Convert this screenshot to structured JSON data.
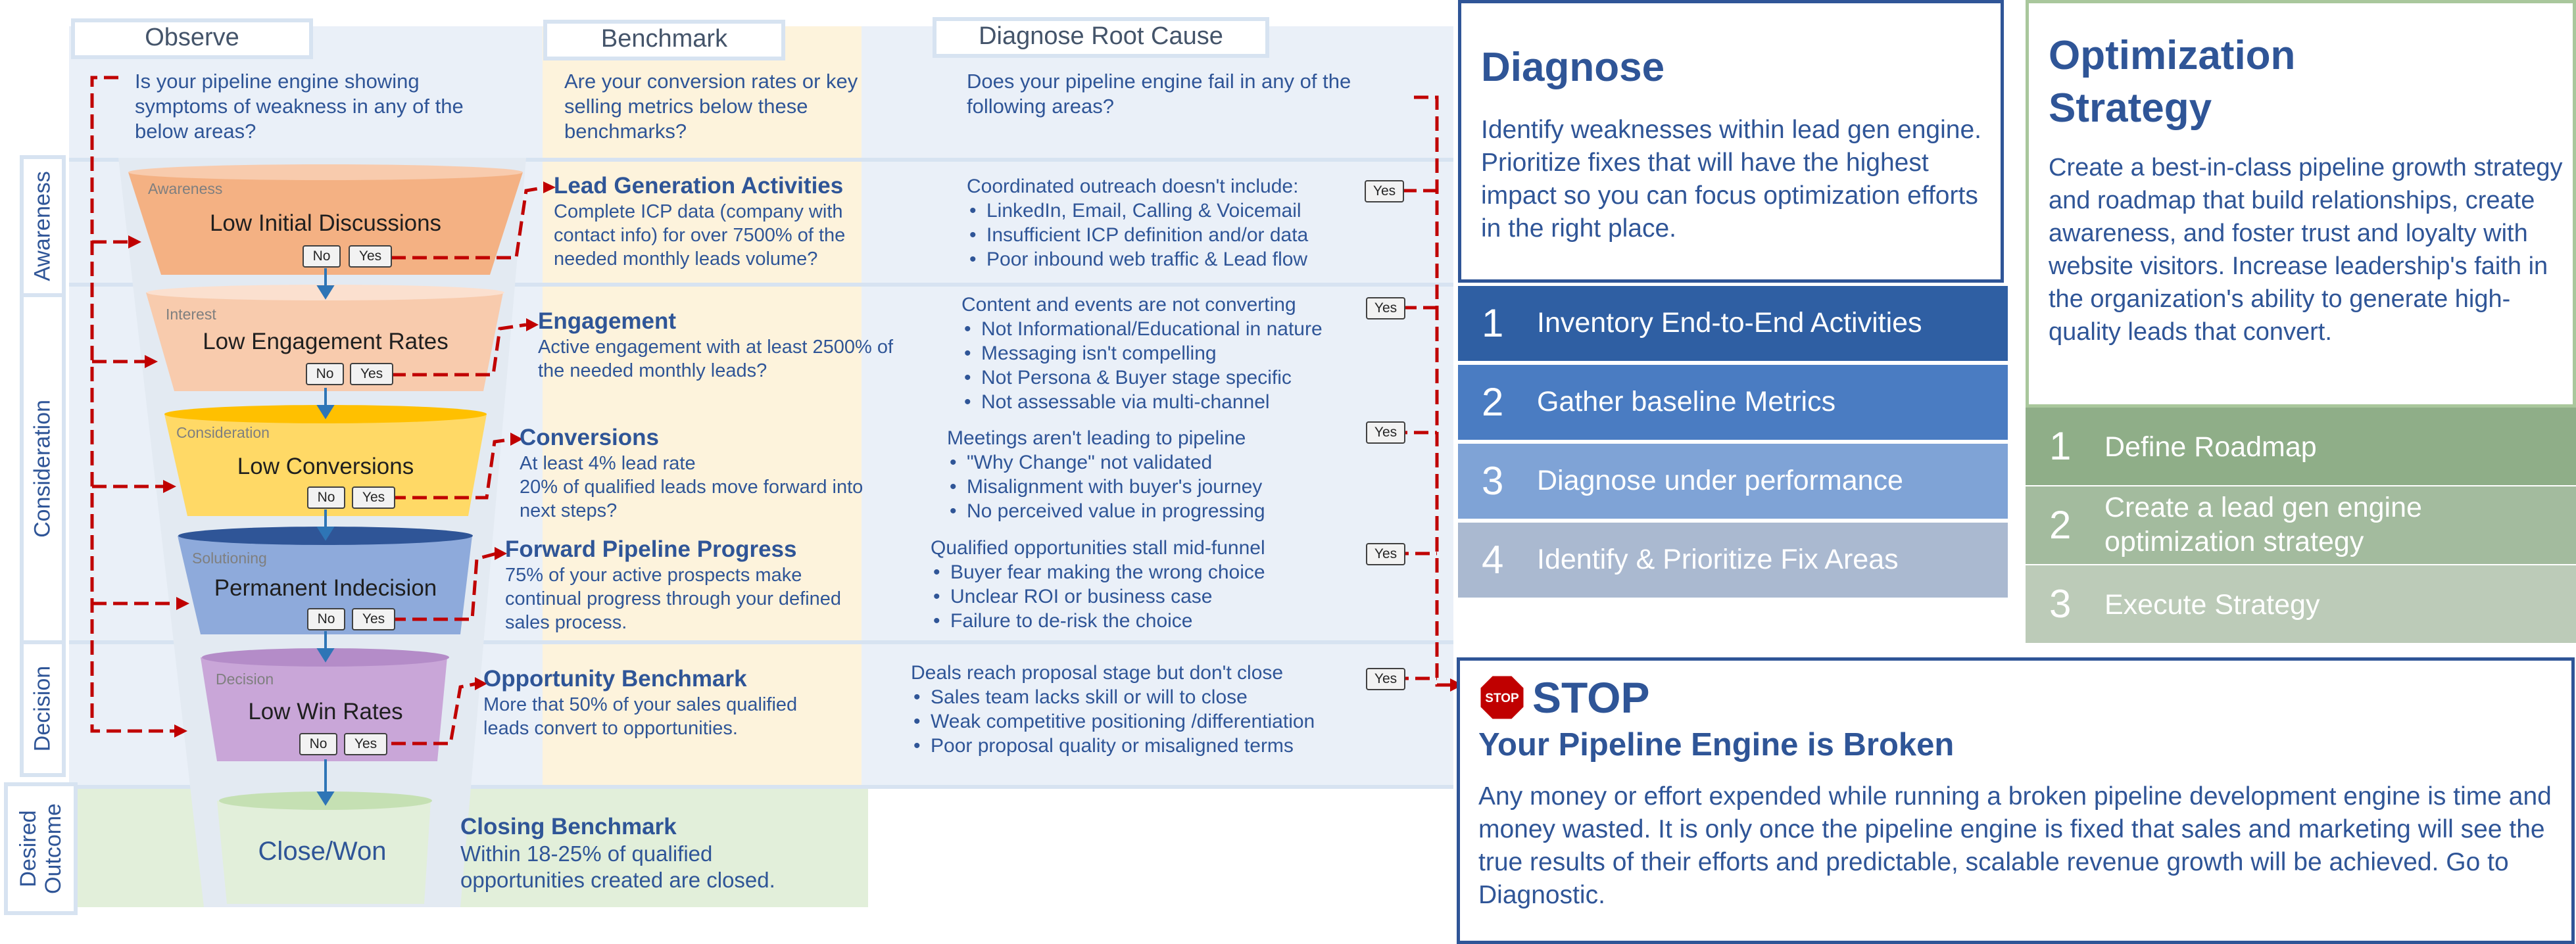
{
  "columns": {
    "observe": "Observe",
    "benchmark": "Benchmark",
    "diagnose": "Diagnose Root Cause"
  },
  "intro": {
    "observe": "Is your pipeline engine showing symptoms of weakness in any of the below areas?",
    "benchmark": "Are your conversion rates or key selling metrics below these benchmarks?",
    "diagnose": "Does your pipeline engine fail in any of the following areas?"
  },
  "stage_groups": [
    "Awareness",
    "Consideration",
    "Decision",
    "Desired Outcome"
  ],
  "stages": [
    {
      "label": "Awareness",
      "name": "Low Initial Discussions",
      "color": "#f4b183",
      "no": "No",
      "yes": "Yes",
      "bench_title": "Lead Generation Activities",
      "bench_body": "Complete ICP data (company with contact info) for over 7500% of the needed monthly leads volume?",
      "diag_title": "Coordinated outreach doesn't include:",
      "diag_bullets": [
        "LinkedIn, Email, Calling & Voicemail",
        "Insufficient ICP definition and/or data",
        "Poor inbound web traffic & Lead flow"
      ],
      "diag_yes": "Yes"
    },
    {
      "label": "Interest",
      "name": "Low Engagement Rates",
      "color": "#f8cbad",
      "no": "No",
      "yes": "Yes",
      "bench_title": "Engagement",
      "bench_body": "Active engagement with at least 2500% of the needed monthly leads?",
      "diag_title": "Content and events are not converting",
      "diag_bullets": [
        "Not Informational/Educational in nature",
        "Messaging isn't compelling",
        "Not Persona & Buyer stage specific",
        "Not assessable via multi-channel"
      ],
      "diag_yes": "Yes"
    },
    {
      "label": "Consideration",
      "name": "Low Conversions",
      "color": "#ffd966",
      "no": "No",
      "yes": "Yes",
      "bench_title": "Conversions",
      "bench_body": "At least 4% lead rate\n20% of qualified leads move forward into next steps?",
      "diag_title": "Meetings aren't leading to pipeline",
      "diag_bullets": [
        "\"Why Change\" not validated",
        "Misalignment with buyer's journey",
        "No perceived value in progressing"
      ],
      "diag_yes": "Yes"
    },
    {
      "label": "Solutioning",
      "name": "Permanent Indecision",
      "color": "#8eaadb",
      "no": "No",
      "yes": "Yes",
      "bench_title": "Forward Pipeline Progress",
      "bench_body": "75% of your active prospects make continual progress through your defined sales process.",
      "diag_title": "Qualified opportunities stall mid-funnel",
      "diag_bullets": [
        "Buyer fear making the wrong choice",
        "Unclear ROI or business case",
        "Failure to de-risk the choice"
      ],
      "diag_yes": "Yes"
    },
    {
      "label": "Decision",
      "name": "Low Win Rates",
      "color": "#c9a6d8",
      "no": "No",
      "yes": "Yes",
      "bench_title": "Opportunity Benchmark",
      "bench_body": "More that 50% of your sales qualified leads convert to opportunities.",
      "diag_title": "Deals reach proposal stage but don't close",
      "diag_bullets": [
        "Sales team lacks skill or will to close",
        "Weak competitive positioning /differentiation",
        "Poor proposal quality or misaligned terms"
      ],
      "diag_yes": "Yes"
    }
  ],
  "outcome": {
    "name": "Close/Won",
    "bench_title": "Closing Benchmark",
    "bench_body": "Within 18-25% of qualified opportunities created are closed."
  },
  "diagnose_panel": {
    "title": "Diagnose",
    "body": "Identify weaknesses within lead gen engine.  Prioritize fixes that will have the highest impact so you can focus optimization efforts in the right place.",
    "steps": [
      {
        "num": "1",
        "label": "Inventory End-to-End Activities",
        "color": "#2f5fa3"
      },
      {
        "num": "2",
        "label": "Gather baseline Metrics",
        "color": "#4a7cc2"
      },
      {
        "num": "3",
        "label": "Diagnose under performance",
        "color": "#7fa3d6"
      },
      {
        "num": "4",
        "label": "Identify & Prioritize Fix Areas",
        "color": "#aab9d0"
      }
    ]
  },
  "strategy_panel": {
    "title": "Optimization Strategy",
    "body": "Create a best-in-class pipeline growth strategy and roadmap that build relationships, create awareness, and foster trust and loyalty with website visitors. Increase leadership's faith in the organization's ability to generate high-quality leads that convert.",
    "steps": [
      {
        "num": "1",
        "label": "Define Roadmap",
        "color": "#8fae88"
      },
      {
        "num": "2",
        "label": "Create a lead gen engine optimization strategy",
        "color": "#a3bb9e"
      },
      {
        "num": "3",
        "label": "Execute Strategy",
        "color": "#bccbb8"
      }
    ]
  },
  "stop_panel": {
    "icon_text": "STOP",
    "title": "STOP",
    "subtitle": "Your Pipeline Engine is Broken",
    "body": "Any money or effort expended while running a broken pipeline development engine is time and money wasted.  It is only once the pipeline engine is fixed that sales and marketing will see the true results of their efforts and predictable, scalable revenue growth will be achieved.  Go to Diagnostic."
  },
  "colors": {
    "accent_blue": "#2f5597",
    "arrow_red": "#c00000",
    "col_bg_blue": "#eaf0f8",
    "col_bg_yellow": "#fdf3dc",
    "outcome_bg": "#e2efda"
  }
}
